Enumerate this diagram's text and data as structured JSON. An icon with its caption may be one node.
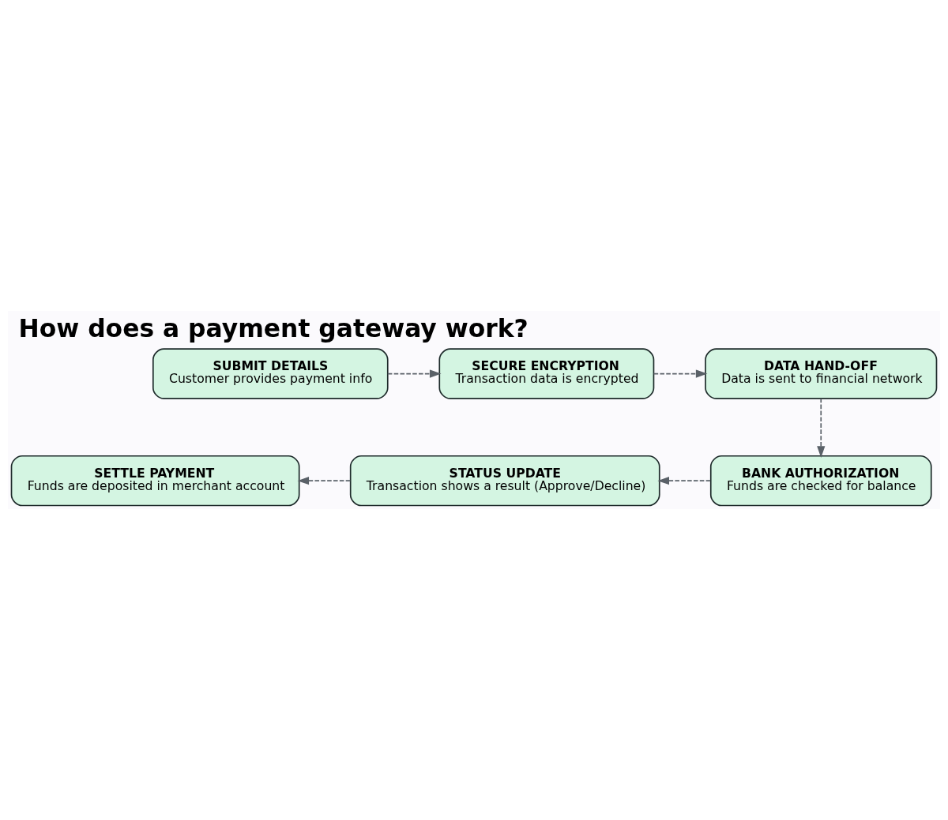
{
  "diagram": {
    "title": "How does a payment gateway work?",
    "nodes": [
      {
        "text": [
          "SUBMIT DETAILS",
          "Customer provides payment info"
        ]
      },
      {
        "text": [
          "SECURE ENCRYPTION",
          "Transaction data is encrypted"
        ]
      },
      {
        "text": [
          "DATA HAND-OFF",
          "Data is sent to financial network"
        ]
      },
      {
        "text": [
          "SETTLE PAYMENT",
          "Funds are deposited in merchant account"
        ]
      },
      {
        "text": [
          "STATUS UPDATE",
          "Transaction shows a result (Approve/Decline)"
        ]
      },
      {
        "text": [
          "BANK AUTHORIZATION",
          "Funds are checked for balance"
        ]
      }
    ],
    "edges": [
      {
        "from": 0,
        "to": 1,
        "arrow": "to",
        "style": "dashed"
      },
      {
        "from": 1,
        "to": 2,
        "arrow": "to",
        "style": "dashed"
      },
      {
        "from": 2,
        "to": 5,
        "arrow": "to",
        "style": "dashed"
      },
      {
        "from": 5,
        "to": 4,
        "arrow": "to",
        "style": "dashed"
      },
      {
        "from": 4,
        "to": 3,
        "arrow": "to",
        "style": "dashed"
      }
    ]
  }
}
